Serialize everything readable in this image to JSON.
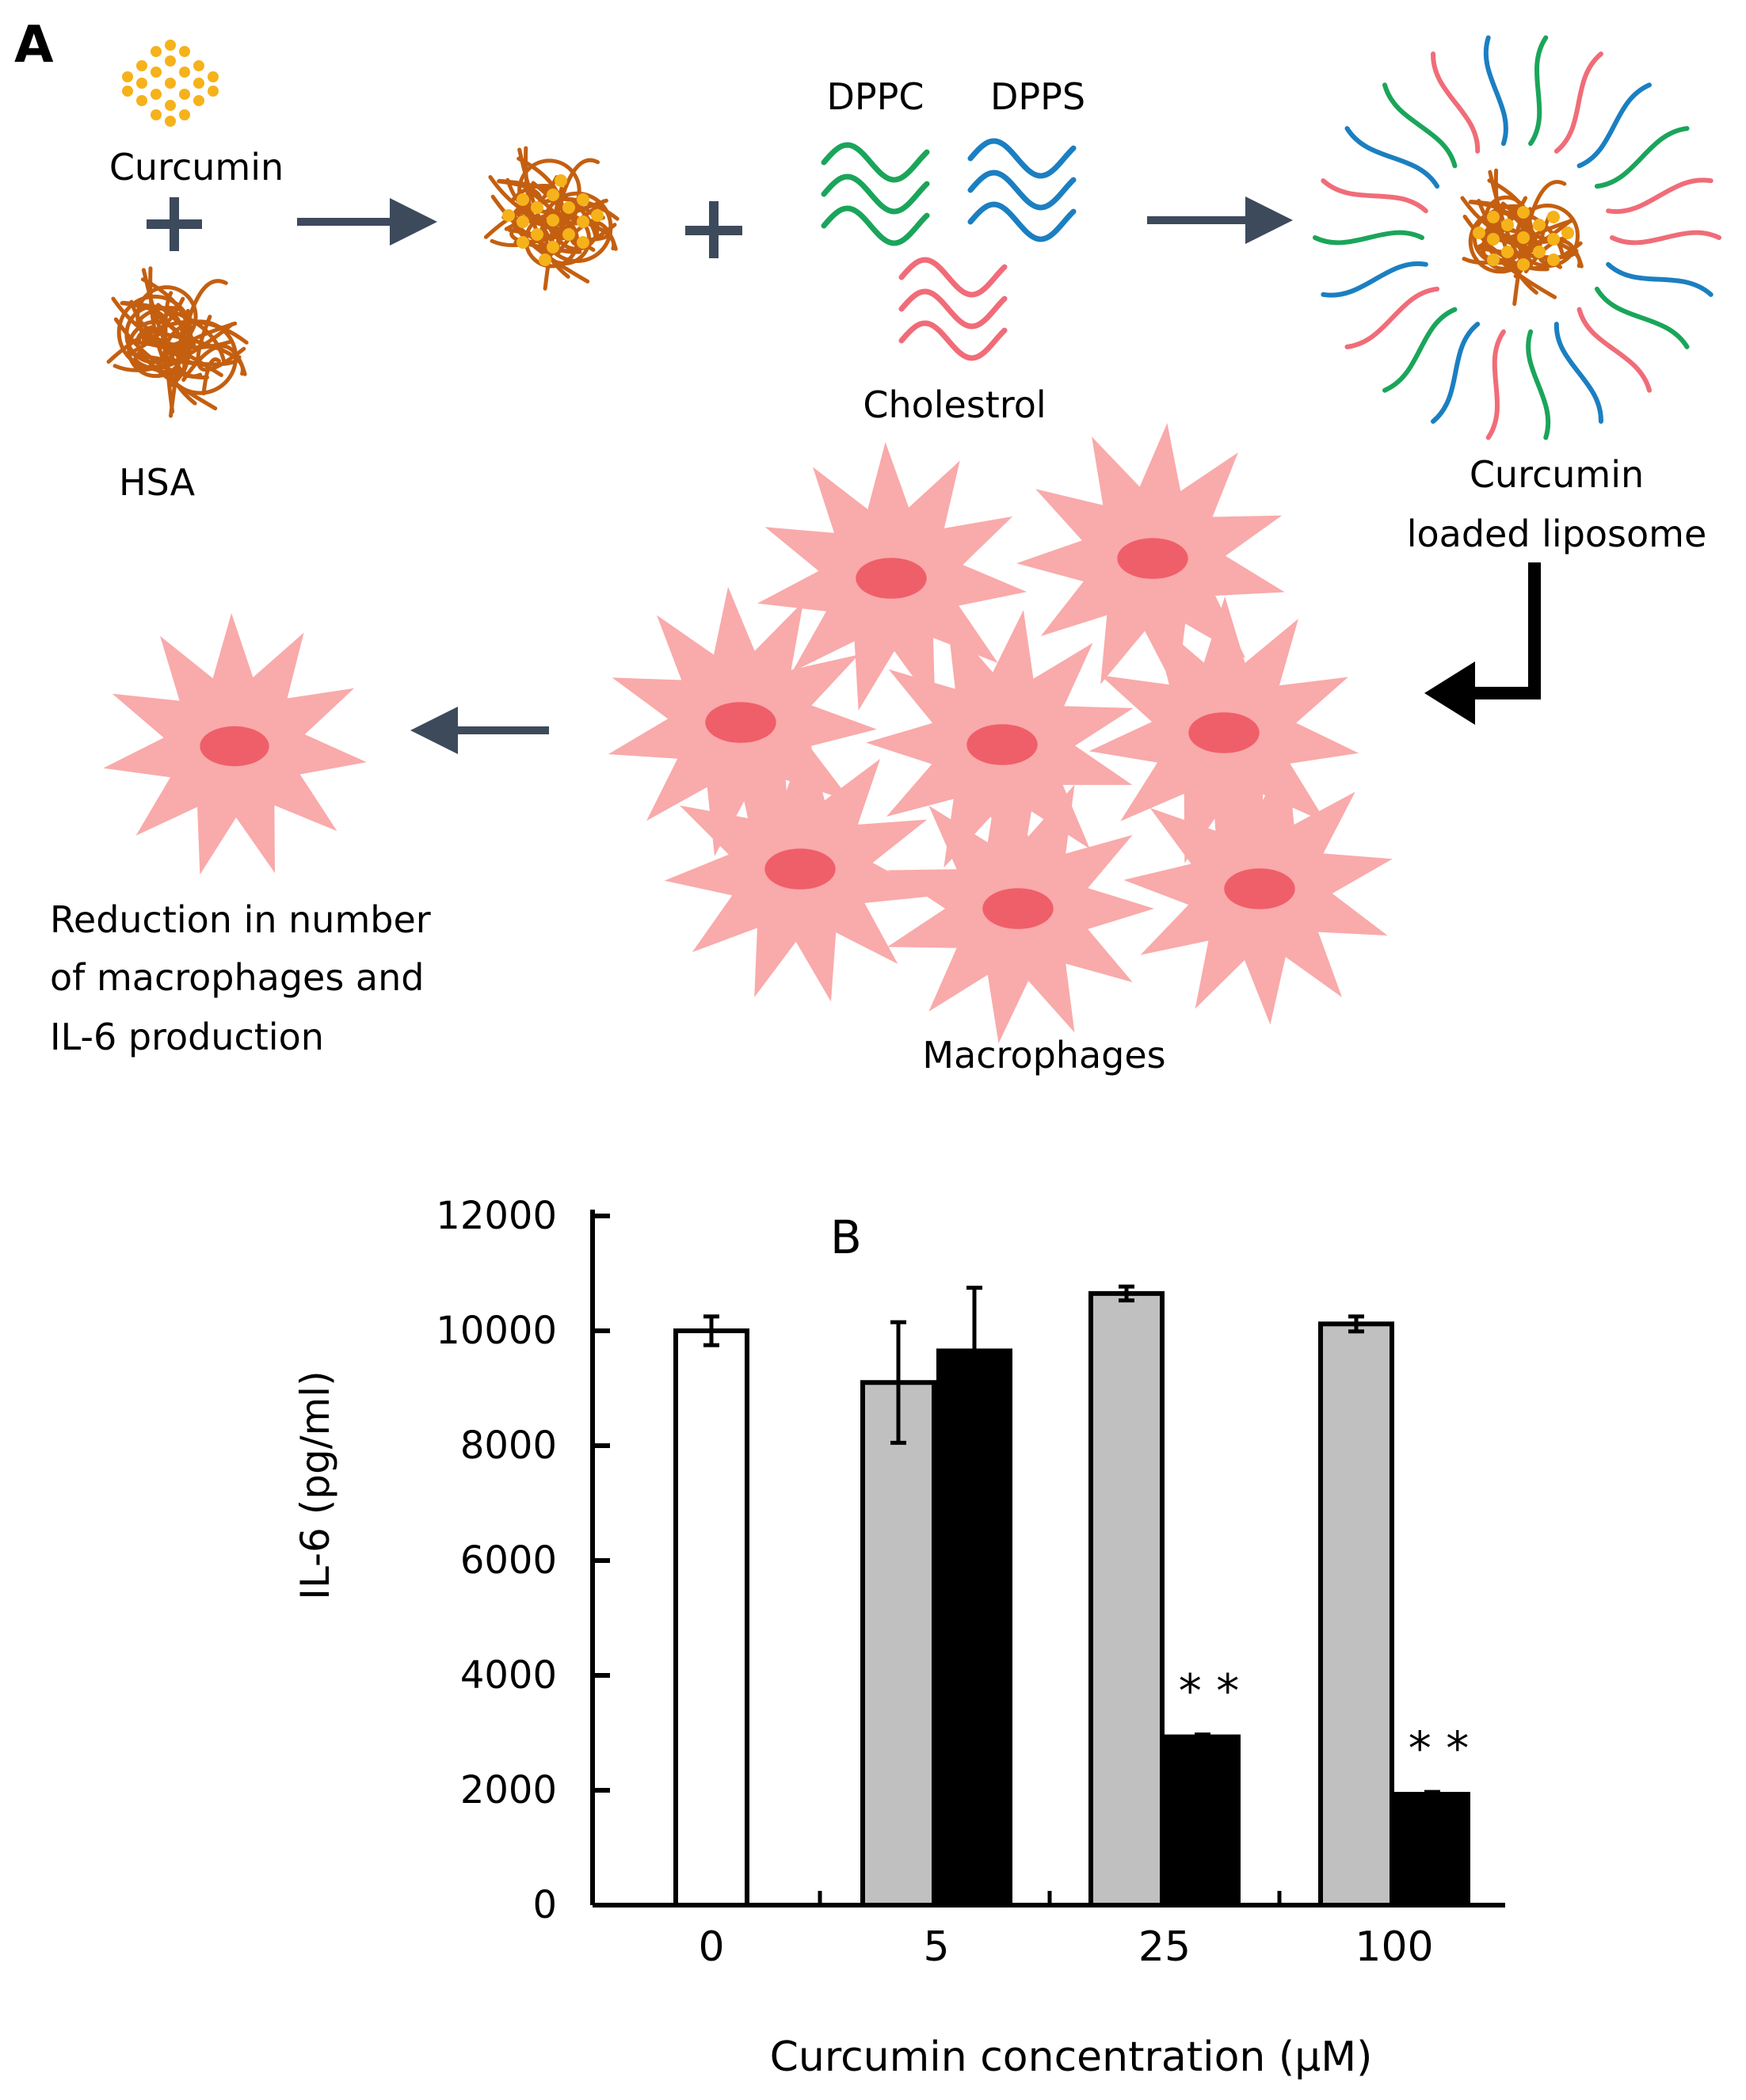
{
  "panel_a": {
    "letter": "A",
    "curcumin": "Curcumin",
    "hsa": "HSA",
    "dppc": "DPPC",
    "dpps": "DPPS",
    "cholesterol": "Cholestrol",
    "liposome": [
      "Curcumin",
      "loaded liposome"
    ],
    "macrophages": "Macrophages",
    "reduction": [
      "Reduction in number",
      "of macrophages and",
      "IL-6 production"
    ],
    "plus_glyph": "+",
    "colors": {
      "curcumin": "#f5b21a",
      "hsa": "#c45f10",
      "dppc": "#1aa55a",
      "dpps": "#1b7fc1",
      "cholesterol": "#f06c78",
      "macrophage_body": "#f9aaaa",
      "macrophage_nucleus": "#ef5f6a",
      "arrow": "#3d4a5c"
    }
  },
  "chart_data": {
    "type": "bar",
    "panel_label": "B",
    "categories": [
      "0",
      "5",
      "25",
      "100"
    ],
    "ylabel": "IL-6 (pg/ml)",
    "xlabel": "Curcumin concentration (μM)",
    "ylim": [
      0,
      12000
    ],
    "yticks": [
      "0",
      "2000",
      "4000",
      "6000",
      "8000",
      "10000",
      "12000"
    ],
    "series": [
      {
        "fill": "#ffffff",
        "values": [
          10000,
          null,
          null,
          null
        ],
        "errors": [
          250,
          null,
          null,
          null
        ]
      },
      {
        "fill": "#c0c0c0",
        "values": [
          null,
          9100,
          10650,
          10120
        ],
        "errors": [
          null,
          1050,
          120,
          130
        ]
      },
      {
        "fill": "#000000",
        "values": [
          null,
          9650,
          2930,
          1930
        ],
        "errors": [
          null,
          1100,
          40,
          40
        ]
      }
    ],
    "annotations": [
      {
        "category": "25",
        "text": "* *"
      },
      {
        "category": "100",
        "text": "* *"
      }
    ]
  }
}
